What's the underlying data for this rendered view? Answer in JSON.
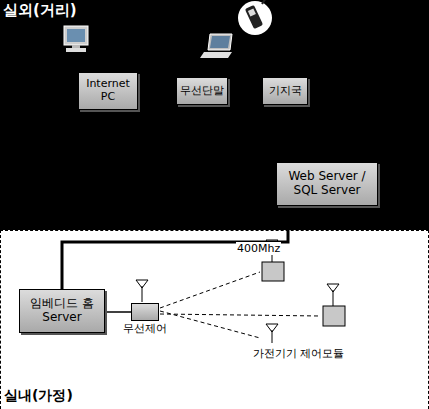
{
  "diagram": {
    "nodes": [
      {
        "text": [
          "실외(거리)"
        ]
      },
      {
        "text": [
          "Internet PC"
        ],
        "in": 0
      },
      {
        "text": [
          "무선단말"
        ],
        "in": 0
      },
      {
        "text": [
          "기지국"
        ],
        "in": 0
      },
      {
        "text": [
          "Web Server / SQL Server"
        ],
        "in": 0
      },
      {
        "text": [
          "실내(가정)"
        ]
      },
      {
        "text": [
          "임베디드 홈 Server"
        ],
        "in": 5
      },
      {
        "text": [
          "무선제어"
        ],
        "in": 5
      }
    ],
    "edges": [
      {
        "from": 4,
        "to": 6,
        "arrow": "none"
      },
      {
        "from": 6,
        "to": 7,
        "arrow": "none"
      }
    ],
    "labels": [
      "400Mhz",
      "가전기기 제어모듈"
    ]
  }
}
